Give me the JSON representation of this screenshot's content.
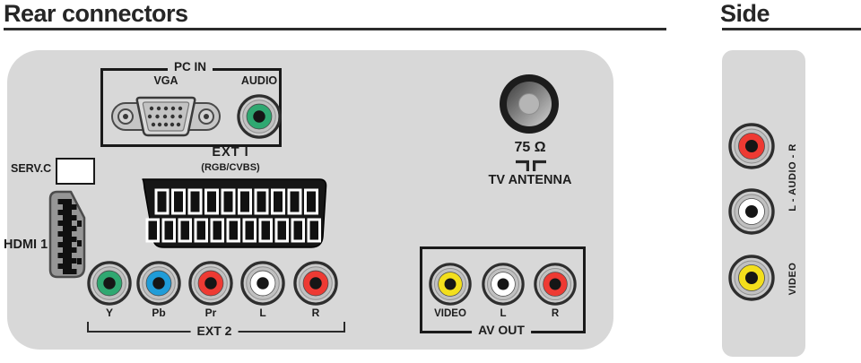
{
  "header": {
    "rear_title": "Rear connectors",
    "side_title": "Side"
  },
  "colors": {
    "panel": "#d8d8d8",
    "heading_text": "#262626",
    "label_text": "#1d1d1d",
    "jack_green": "#2fa871",
    "jack_blue": "#1f9cd8",
    "jack_red": "#ee3a33",
    "jack_white": "#ffffff",
    "jack_yellow": "#f3df1c"
  },
  "rear_panel": {
    "pc_in": {
      "group_label": "PC IN",
      "vga_label": "VGA",
      "audio_label": "AUDIO",
      "audio_jack_color": "#2fa871"
    },
    "serv_c": {
      "label": "SERV.C"
    },
    "hdmi": {
      "label": "HDMI 1"
    },
    "ext1": {
      "label": "EXT I",
      "sublabel": "(RGB/CVBS)"
    },
    "ext2": {
      "group_label": "EXT 2",
      "jacks": [
        {
          "label": "Y",
          "color": "#2fa871"
        },
        {
          "label": "Pb",
          "color": "#1f9cd8"
        },
        {
          "label": "Pr",
          "color": "#ee3a33"
        },
        {
          "label": "L",
          "color": "#ffffff"
        },
        {
          "label": "R",
          "color": "#ee3a33"
        }
      ]
    },
    "antenna": {
      "impedance_label": "75 Ω",
      "label": "TV ANTENNA"
    },
    "av_out": {
      "group_label": "AV OUT",
      "jacks": [
        {
          "label": "VIDEO",
          "color": "#f3df1c"
        },
        {
          "label": "L",
          "color": "#ffffff"
        },
        {
          "label": "R",
          "color": "#ee3a33"
        }
      ]
    }
  },
  "side_panel": {
    "audio_label": "L - AUDIO - R",
    "video_label": "VIDEO",
    "jacks": [
      {
        "name": "audio-right",
        "color": "#ee3a33"
      },
      {
        "name": "audio-left",
        "color": "#ffffff"
      },
      {
        "name": "video",
        "color": "#f3df1c"
      }
    ]
  }
}
